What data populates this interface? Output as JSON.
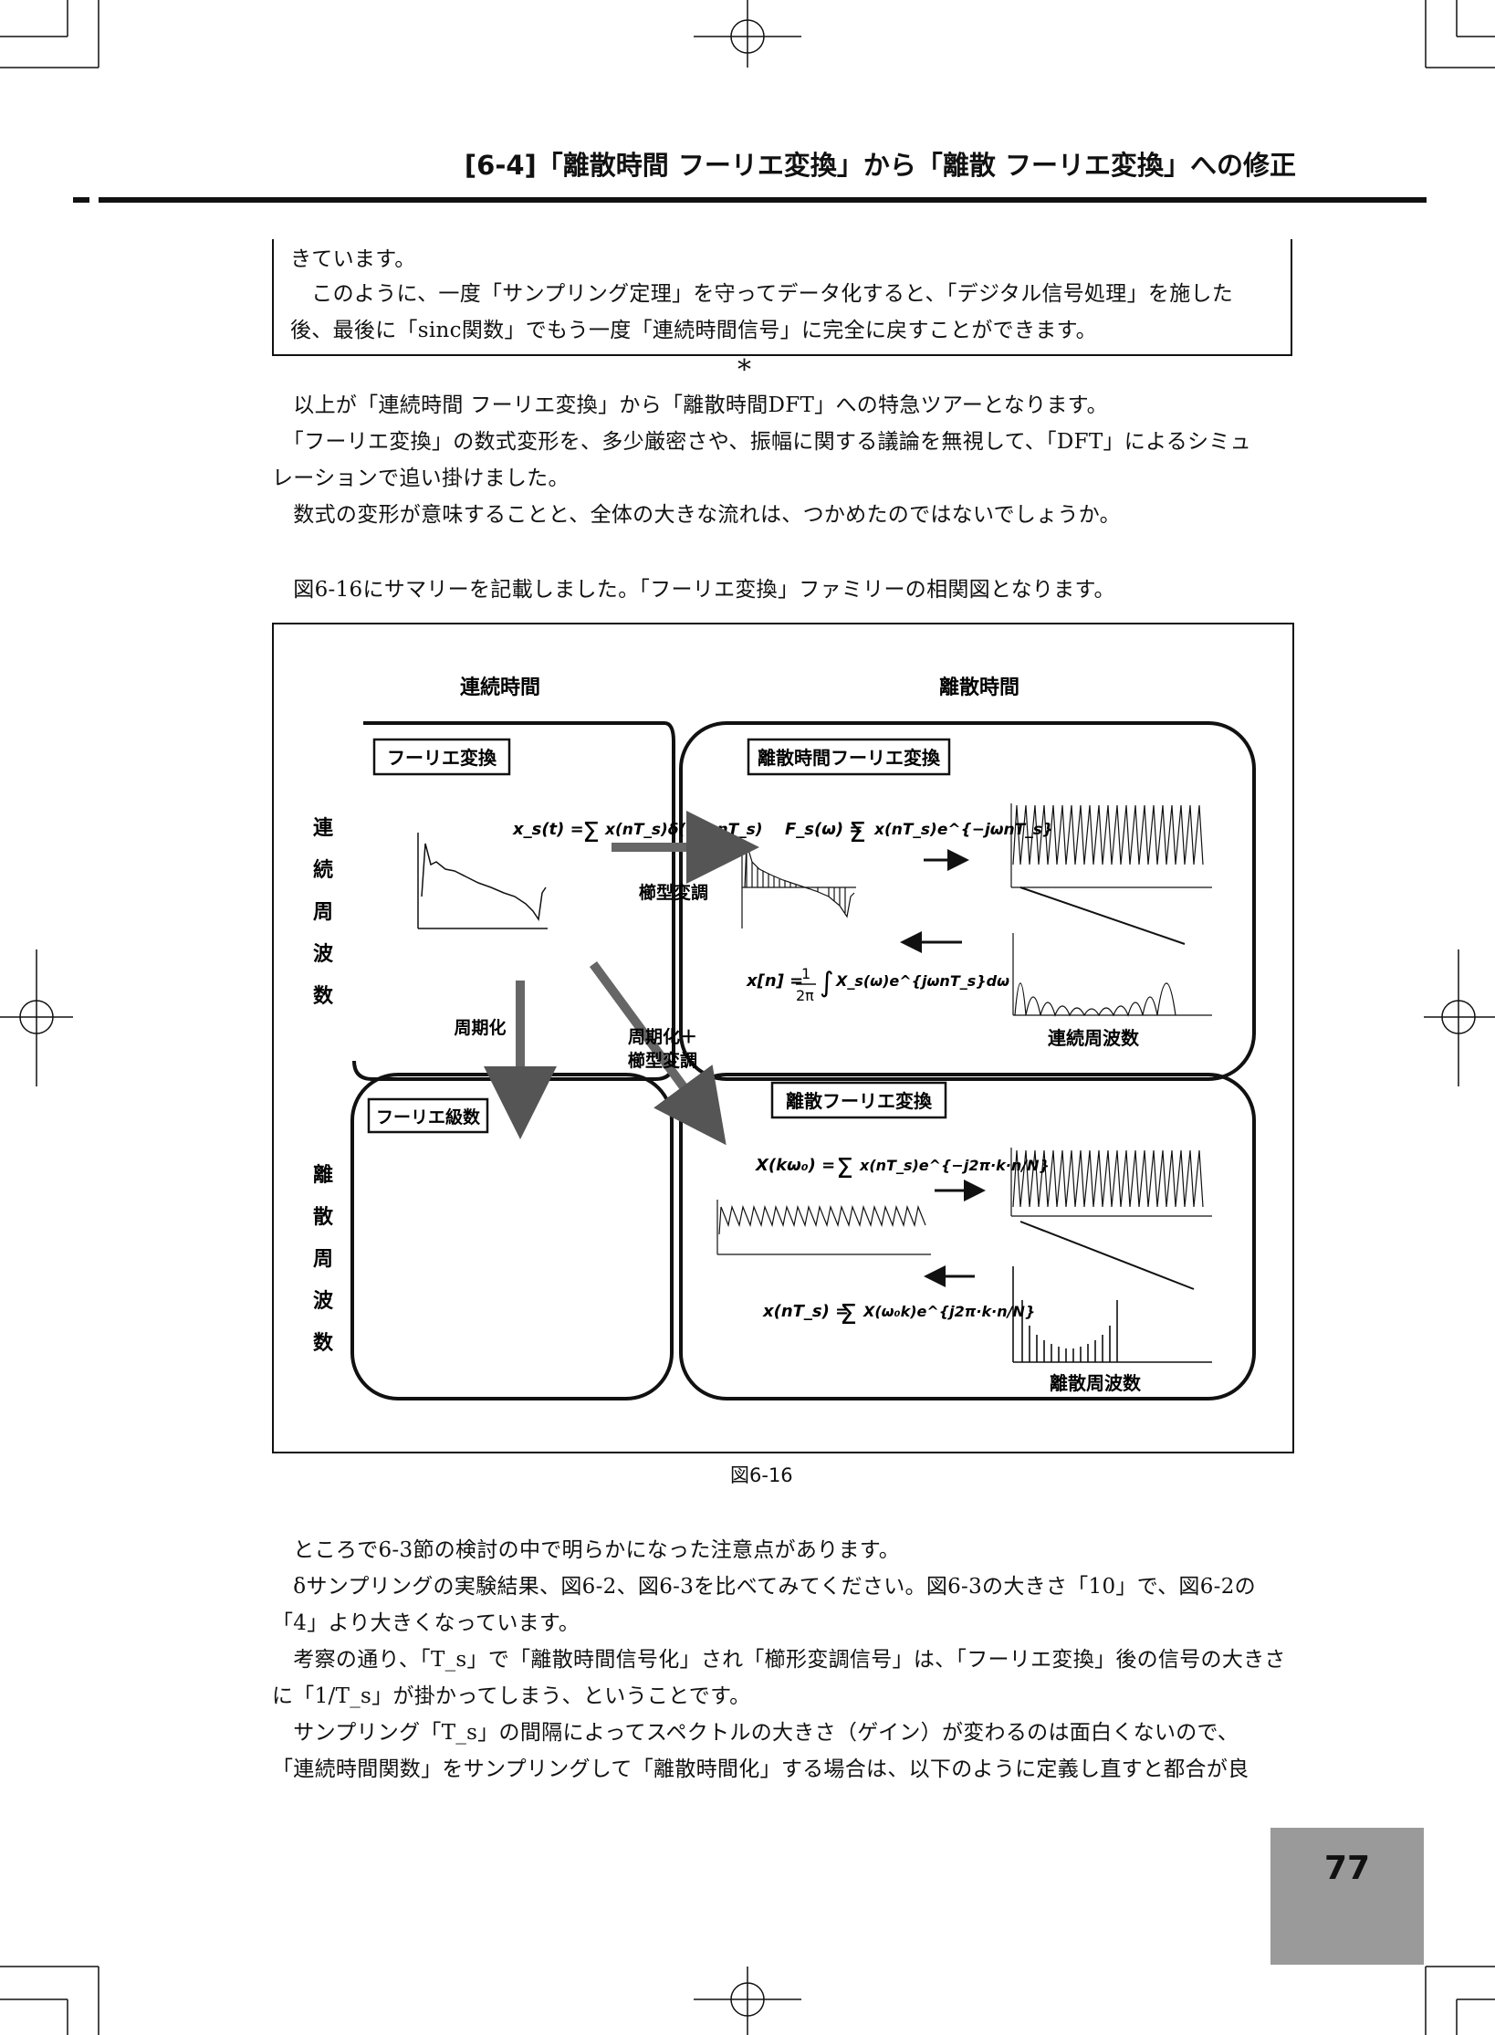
{
  "header": {
    "title": "[6-4]「離散時間 フーリエ変換」から「離散 フーリエ変換」への修正"
  },
  "box_paragraphs": [
    "きています。",
    "　このように、一度「サンプリング定理」を守ってデータ化すると、「デジタル信号処理」を施した",
    "後、最後に「sinc関数」でもう一度「連続時間信号」に完全に戻すことができます。"
  ],
  "separator": "*",
  "paragraphs_a": [
    "　以上が「連続時間 フーリエ変換」から「離散時間DFT」への特急ツアーとなります。",
    "　「フーリエ変換」の数式変形を、多少厳密さや、振幅に関する議論を無視して、「DFT」によるシミュ",
    "レーションで追い掛けました。",
    "　数式の変形が意味することと、全体の大きな流れは、つかめたのではないでしょうか。"
  ],
  "paragraph_fig_intro": "　図6-16にサマリーを記載しました。「フーリエ変換」ファミリーの相関図となります。",
  "figure": {
    "col_continuous": "連続時間",
    "col_discrete": "離散時間",
    "row_continuous": [
      "連",
      "続",
      "周",
      "波",
      "数"
    ],
    "row_discrete": [
      "離",
      "散",
      "周",
      "波",
      "数"
    ],
    "box_ft": "フーリエ変換",
    "box_dtft": "離散時間フーリエ変換",
    "box_fs": "フーリエ級数",
    "box_dft": "離散フーリエ変換",
    "arrow_comb": "櫛型変調",
    "arrow_periodic": "周期化",
    "arrow_periodic_comb_1": "周期化＋",
    "arrow_periodic_comb_2": "櫛型変調",
    "label_cont_freq": "連続周波数",
    "label_disc_freq": "離散周波数",
    "eq_xs_lhs": "x_s(t) =",
    "eq_xs_rhs": "x(nT_s)δ(t − nT_s)",
    "eq_fs_lhs": "F_s(ω) =",
    "eq_fs_rhs": "x(nT_s)e^{−jωnT_s}",
    "eq_xn_lhs": "x[n] =",
    "eq_xn_rhs": "X_s(ω)e^{jωnT_s}dω",
    "eq_xk_lhs": "X(kω₀) =",
    "eq_xk_rhs": "x(nT_s)e^{−j2π·k·n/N}",
    "eq_xnts_lhs": "x(nT_s) =",
    "eq_xnts_rhs": "X(ω₀k)e^{j2π·k·n/N}"
  },
  "caption": "図6-16",
  "paragraphs_b": [
    "　ところで6-3節の検討の中で明らかになった注意点があります。",
    "　δサンプリングの実験結果、図6-2、図6-3を比べてみてください。図6-3の大きさ「10」で、図6-2の",
    "「4」より大きくなっています。",
    "　考察の通り、「T_s」で「離散時間信号化」され「櫛形変調信号」は、「フーリエ変換」後の信号の大きさ",
    "に「1/T_s」が掛かってしまう、ということです。",
    "　サンプリング「T_s」の間隔によってスペクトルの大きさ（ゲイン）が変わるのは面白くないので、",
    "「連続時間関数」をサンプリングして「離散時間化」する場合は、以下のように定義し直すと都合が良"
  ],
  "page_number": "77"
}
